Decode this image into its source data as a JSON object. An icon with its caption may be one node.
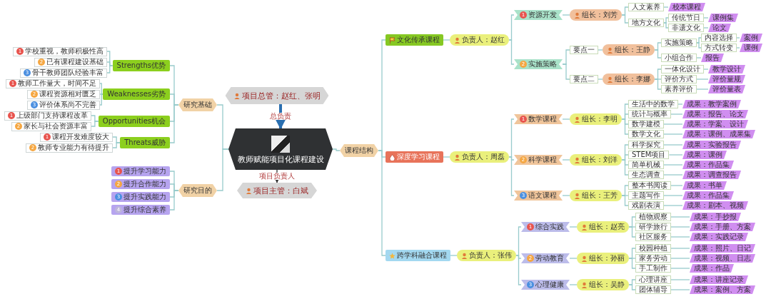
{
  "diagram": {
    "nodes": [
      {
        "text": [
          "教师赋能项目化课程建设"
        ]
      },
      {
        "text": [
          "项目总管：赵红、张明"
        ]
      },
      {
        "text": [
          "项目主管：白斌"
        ]
      },
      {
        "text": [
          "研究基础"
        ]
      },
      {
        "text": [
          "Strengths优势"
        ]
      },
      {
        "text": [
          "1",
          "学校重视，教师积极性高"
        ]
      },
      {
        "text": [
          "2",
          "已有课程建设基础"
        ]
      },
      {
        "text": [
          "3",
          "骨干教师团队经验丰富"
        ]
      },
      {
        "text": [
          "Weaknesses劣势"
        ]
      },
      {
        "text": [
          "1",
          "教师工作量大，时间不足"
        ]
      },
      {
        "text": [
          "2",
          "课程资源相对匮乏"
        ]
      },
      {
        "text": [
          "3",
          "评价体系尚不完善"
        ]
      },
      {
        "text": [
          "Opportunities机会"
        ]
      },
      {
        "text": [
          "1",
          "上级部门支持课程改革"
        ]
      },
      {
        "text": [
          "2",
          "家长与社会资源丰富"
        ]
      },
      {
        "text": [
          "Threats威胁"
        ]
      },
      {
        "text": [
          "1",
          "课程开发难度较大"
        ]
      },
      {
        "text": [
          "2",
          "教师专业能力有待提升"
        ]
      },
      {
        "text": [
          "研究目的"
        ]
      },
      {
        "text": [
          "1",
          "提升学习能力"
        ]
      },
      {
        "text": [
          "2",
          "提升合作能力"
        ]
      },
      {
        "text": [
          "3",
          "提升实践能力"
        ]
      },
      {
        "text": [
          "4",
          "提升综合素养"
        ]
      },
      {
        "text": [
          "课程结构"
        ]
      },
      {
        "text": [
          "文化传承课程"
        ]
      },
      {
        "text": [
          "负责人：赵红"
        ]
      },
      {
        "text": [
          "1",
          "资源开发"
        ]
      },
      {
        "text": [
          "组长：刘芳"
        ]
      },
      {
        "text": [
          "人文素养"
        ]
      },
      {
        "text": [
          "校本课程"
        ]
      },
      {
        "text": [
          "地方文化"
        ]
      },
      {
        "text": [
          "传统节日"
        ]
      },
      {
        "text": [
          "课例集"
        ]
      },
      {
        "text": [
          "非遗文化"
        ]
      },
      {
        "text": [
          "论文"
        ]
      },
      {
        "text": [
          "2",
          "实施策略"
        ]
      },
      {
        "text": [
          "要点一"
        ]
      },
      {
        "text": [
          "组长：王静"
        ]
      },
      {
        "text": [
          "实施策略"
        ]
      },
      {
        "text": [
          "内容选择"
        ]
      },
      {
        "text": [
          "案例"
        ]
      },
      {
        "text": [
          "方式转变"
        ]
      },
      {
        "text": [
          "课例"
        ]
      },
      {
        "text": [
          "小组合作"
        ]
      },
      {
        "text": [
          "报告"
        ]
      },
      {
        "text": [
          "要点二"
        ]
      },
      {
        "text": [
          "组长：李娜"
        ]
      },
      {
        "text": [
          "一体化设计"
        ]
      },
      {
        "text": [
          "教学设计"
        ]
      },
      {
        "text": [
          "评价方式"
        ]
      },
      {
        "text": [
          "评价量规"
        ]
      },
      {
        "text": [
          "素养评价"
        ]
      },
      {
        "text": [
          "评价量表"
        ]
      },
      {
        "text": [
          "深度学习课程"
        ]
      },
      {
        "text": [
          "负责人：周磊"
        ]
      },
      {
        "text": [
          "1",
          "数学课程"
        ]
      },
      {
        "text": [
          "组长：李明"
        ]
      },
      {
        "text": [
          "生活中的数学"
        ]
      },
      {
        "text": [
          "成果：教学案例"
        ]
      },
      {
        "text": [
          "统计与概率"
        ]
      },
      {
        "text": [
          "成果：报告、论文"
        ]
      },
      {
        "text": [
          "数学建模"
        ]
      },
      {
        "text": [
          "成果：学案、设计"
        ]
      },
      {
        "text": [
          "数学文化"
        ]
      },
      {
        "text": [
          "成果：课例、成果集"
        ]
      },
      {
        "text": [
          "2",
          "科学课程"
        ]
      },
      {
        "text": [
          "组长：刘洋"
        ]
      },
      {
        "text": [
          "科学探究"
        ]
      },
      {
        "text": [
          "成果：实验报告"
        ]
      },
      {
        "text": [
          "STEM项目"
        ]
      },
      {
        "text": [
          "成果：课例"
        ]
      },
      {
        "text": [
          "简单机械"
        ]
      },
      {
        "text": [
          "成果：作品集"
        ]
      },
      {
        "text": [
          "生态调查"
        ]
      },
      {
        "text": [
          "成果：调查报告"
        ]
      },
      {
        "text": [
          "3",
          "语文课程"
        ]
      },
      {
        "text": [
          "组长：王芳"
        ]
      },
      {
        "text": [
          "整本书阅读"
        ]
      },
      {
        "text": [
          "成果：书单"
        ]
      },
      {
        "text": [
          "主题写作"
        ]
      },
      {
        "text": [
          "成果：作品集"
        ]
      },
      {
        "text": [
          "戏剧表演"
        ]
      },
      {
        "text": [
          "成果：剧本、视频"
        ]
      },
      {
        "text": [
          "跨学科融合课程"
        ]
      },
      {
        "text": [
          "负责人：张伟"
        ]
      },
      {
        "text": [
          "1",
          "综合实践"
        ]
      },
      {
        "text": [
          "组长：赵亮"
        ]
      },
      {
        "text": [
          "植物观察"
        ]
      },
      {
        "text": [
          "成果：手抄报"
        ]
      },
      {
        "text": [
          "研学旅行"
        ]
      },
      {
        "text": [
          "成果：手册、方案"
        ]
      },
      {
        "text": [
          "社区服务"
        ]
      },
      {
        "text": [
          "成果：实践记录"
        ]
      },
      {
        "text": [
          "2",
          "劳动教育"
        ]
      },
      {
        "text": [
          "组长：孙丽"
        ]
      },
      {
        "text": [
          "校园种植"
        ]
      },
      {
        "text": [
          "成果：照片、日记"
        ]
      },
      {
        "text": [
          "家务劳动"
        ]
      },
      {
        "text": [
          "成果：视频、日志"
        ]
      },
      {
        "text": [
          "手工制作"
        ]
      },
      {
        "text": [
          "成果：作品"
        ]
      },
      {
        "text": [
          "3",
          "心理健康"
        ]
      },
      {
        "text": [
          "组长：吴静"
        ]
      },
      {
        "text": [
          "心理讲座"
        ]
      },
      {
        "text": [
          "成果：讲座记录"
        ]
      },
      {
        "text": [
          "团体辅导"
        ]
      },
      {
        "text": [
          "成果：案例、方案"
        ]
      }
    ],
    "edges": [
      {
        "from": 1,
        "to": 0,
        "arrow": "to",
        "label": "总负责",
        "style": "thick",
        "color": "#2a6fb0"
      },
      {
        "from": 0,
        "to": 2,
        "arrow": "to",
        "label": "项目负责人",
        "color": "#333333"
      },
      {
        "from": 0,
        "to": 3,
        "arrow": "none"
      },
      {
        "from": 0,
        "to": 18,
        "arrow": "none"
      },
      {
        "from": 0,
        "to": 23,
        "arrow": "none"
      },
      {
        "from": 3,
        "to": 4,
        "arrow": "none"
      },
      {
        "from": 3,
        "to": 8,
        "arrow": "none"
      },
      {
        "from": 3,
        "to": 12,
        "arrow": "none"
      },
      {
        "from": 3,
        "to": 15,
        "arrow": "none"
      },
      {
        "from": 4,
        "to": 5,
        "arrow": "none"
      },
      {
        "from": 4,
        "to": 6,
        "arrow": "none"
      },
      {
        "from": 4,
        "to": 7,
        "arrow": "none"
      },
      {
        "from": 8,
        "to": 9,
        "arrow": "none"
      },
      {
        "from": 8,
        "to": 10,
        "arrow": "none"
      },
      {
        "from": 8,
        "to": 11,
        "arrow": "none"
      },
      {
        "from": 12,
        "to": 13,
        "arrow": "none"
      },
      {
        "from": 12,
        "to": 14,
        "arrow": "none"
      },
      {
        "from": 15,
        "to": 16,
        "arrow": "none"
      },
      {
        "from": 15,
        "to": 17,
        "arrow": "none"
      },
      {
        "from": 18,
        "to": 19,
        "arrow": "none"
      },
      {
        "from": 18,
        "to": 20,
        "arrow": "none"
      },
      {
        "from": 18,
        "to": 21,
        "arrow": "none"
      },
      {
        "from": 18,
        "to": 22,
        "arrow": "none"
      },
      {
        "from": 23,
        "to": 24,
        "arrow": "none"
      },
      {
        "from": 23,
        "to": 53,
        "arrow": "none"
      },
      {
        "from": 23,
        "to": 83,
        "arrow": "none"
      },
      {
        "from": 24,
        "to": 25,
        "arrow": "none"
      },
      {
        "from": 25,
        "to": 26,
        "arrow": "none"
      },
      {
        "from": 25,
        "to": 35,
        "arrow": "none"
      },
      {
        "from": 26,
        "to": 27,
        "arrow": "none"
      },
      {
        "from": 27,
        "to": 28,
        "arrow": "none"
      },
      {
        "from": 27,
        "to": 30,
        "arrow": "none"
      },
      {
        "from": 28,
        "to": 29,
        "arrow": "none"
      },
      {
        "from": 30,
        "to": 31,
        "arrow": "none"
      },
      {
        "from": 30,
        "to": 33,
        "arrow": "none"
      },
      {
        "from": 31,
        "to": 32,
        "arrow": "none"
      },
      {
        "from": 33,
        "to": 34,
        "arrow": "none"
      },
      {
        "from": 35,
        "to": 36,
        "arrow": "none"
      },
      {
        "from": 35,
        "to": 45,
        "arrow": "none"
      },
      {
        "from": 36,
        "to": 37,
        "arrow": "none"
      },
      {
        "from": 37,
        "to": 38,
        "arrow": "none"
      },
      {
        "from": 37,
        "to": 43,
        "arrow": "none"
      },
      {
        "from": 38,
        "to": 39,
        "arrow": "none"
      },
      {
        "from": 38,
        "to": 41,
        "arrow": "none"
      },
      {
        "from": 39,
        "to": 40,
        "arrow": "none"
      },
      {
        "from": 41,
        "to": 42,
        "arrow": "none"
      },
      {
        "from": 43,
        "to": 44,
        "arrow": "none"
      },
      {
        "from": 45,
        "to": 46,
        "arrow": "none"
      },
      {
        "from": 46,
        "to": 47,
        "arrow": "none"
      },
      {
        "from": 46,
        "to": 49,
        "arrow": "none"
      },
      {
        "from": 46,
        "to": 51,
        "arrow": "none"
      },
      {
        "from": 47,
        "to": 48,
        "arrow": "none"
      },
      {
        "from": 49,
        "to": 50,
        "arrow": "none"
      },
      {
        "from": 51,
        "to": 52,
        "arrow": "none"
      },
      {
        "from": 53,
        "to": 54,
        "arrow": "none"
      },
      {
        "from": 54,
        "to": 55,
        "arrow": "none"
      },
      {
        "from": 54,
        "to": 65,
        "arrow": "none"
      },
      {
        "from": 54,
        "to": 75,
        "arrow": "none"
      },
      {
        "from": 55,
        "to": 56,
        "arrow": "none"
      },
      {
        "from": 56,
        "to": 57,
        "arrow": "none"
      },
      {
        "from": 56,
        "to": 59,
        "arrow": "none"
      },
      {
        "from": 56,
        "to": 61,
        "arrow": "none"
      },
      {
        "from": 56,
        "to": 63,
        "arrow": "none"
      },
      {
        "from": 57,
        "to": 58,
        "arrow": "none"
      },
      {
        "from": 59,
        "to": 60,
        "arrow": "none"
      },
      {
        "from": 61,
        "to": 62,
        "arrow": "none"
      },
      {
        "from": 63,
        "to": 64,
        "arrow": "none"
      },
      {
        "from": 65,
        "to": 66,
        "arrow": "none"
      },
      {
        "from": 66,
        "to": 67,
        "arrow": "none"
      },
      {
        "from": 66,
        "to": 69,
        "arrow": "none"
      },
      {
        "from": 66,
        "to": 71,
        "arrow": "none"
      },
      {
        "from": 66,
        "to": 73,
        "arrow": "none"
      },
      {
        "from": 67,
        "to": 68,
        "arrow": "none"
      },
      {
        "from": 69,
        "to": 70,
        "arrow": "none"
      },
      {
        "from": 71,
        "to": 72,
        "arrow": "none"
      },
      {
        "from": 73,
        "to": 74,
        "arrow": "none"
      },
      {
        "from": 75,
        "to": 76,
        "arrow": "none"
      },
      {
        "from": 76,
        "to": 77,
        "arrow": "none"
      },
      {
        "from": 76,
        "to": 79,
        "arrow": "none"
      },
      {
        "from": 76,
        "to": 81,
        "arrow": "none"
      },
      {
        "from": 77,
        "to": 78,
        "arrow": "none"
      },
      {
        "from": 79,
        "to": 80,
        "arrow": "none"
      },
      {
        "from": 81,
        "to": 82,
        "arrow": "none"
      },
      {
        "from": 83,
        "to": 84,
        "arrow": "none"
      },
      {
        "from": 84,
        "to": 85,
        "arrow": "none"
      },
      {
        "from": 84,
        "to": 93,
        "arrow": "none"
      },
      {
        "from": 84,
        "to": 101,
        "arrow": "none"
      },
      {
        "from": 85,
        "to": 86,
        "arrow": "none"
      },
      {
        "from": 86,
        "to": 87,
        "arrow": "none"
      },
      {
        "from": 86,
        "to": 89,
        "arrow": "none"
      },
      {
        "from": 86,
        "to": 91,
        "arrow": "none"
      },
      {
        "from": 87,
        "to": 88,
        "arrow": "none"
      },
      {
        "from": 89,
        "to": 90,
        "arrow": "none"
      },
      {
        "from": 91,
        "to": 92,
        "arrow": "none"
      },
      {
        "from": 93,
        "to": 94,
        "arrow": "none"
      },
      {
        "from": 94,
        "to": 95,
        "arrow": "none"
      },
      {
        "from": 94,
        "to": 97,
        "arrow": "none"
      },
      {
        "from": 94,
        "to": 99,
        "arrow": "none"
      },
      {
        "from": 95,
        "to": 96,
        "arrow": "none"
      },
      {
        "from": 97,
        "to": 98,
        "arrow": "none"
      },
      {
        "from": 99,
        "to": 100,
        "arrow": "none"
      },
      {
        "from": 101,
        "to": 102,
        "arrow": "none"
      },
      {
        "from": 102,
        "to": 103,
        "arrow": "none"
      },
      {
        "from": 102,
        "to": 105,
        "arrow": "none"
      },
      {
        "from": 103,
        "to": 104,
        "arrow": "none"
      },
      {
        "from": 105,
        "to": 106,
        "arrow": "none"
      }
    ]
  }
}
